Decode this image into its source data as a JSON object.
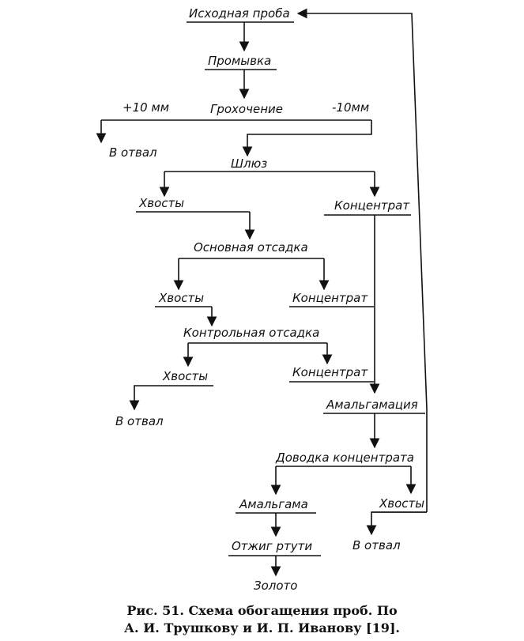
{
  "nodes": {
    "ishodnaya_proba": "Исходная проба",
    "promyvka": "Промывка",
    "grohochenie": "Грохочение",
    "plus10": "+10 мм",
    "minus10": "-10мм",
    "v_otval_1": "В отвал",
    "shlyuz": "Шлюз",
    "hvosty_1": "Хвосты",
    "koncentrat_1": "Концентрат",
    "osnovnaya_otsadka": "Основная отсадка",
    "hvosty_2": "Хвосты",
    "koncentrat_2": "Концентрат",
    "kontrolnaya_otsadka": "Контрольная отсадка",
    "hvosty_3": "Хвосты",
    "koncentrat_3": "Концентрат",
    "v_otval_2": "В отвал",
    "amalgamaciya": "Амальгамация",
    "dovodka": "Доводка концентрата",
    "amalgama": "Амальгама",
    "hvosty_4": "Хвосты",
    "otzhig": "Отжиг ртути",
    "v_otval_3": "В отвал",
    "zoloto": "Золото"
  },
  "caption": {
    "line1": "Рис. 51. Схема обогащения проб. По",
    "line2": "А. И. Трушкову и И. П. Иванову [19]."
  }
}
